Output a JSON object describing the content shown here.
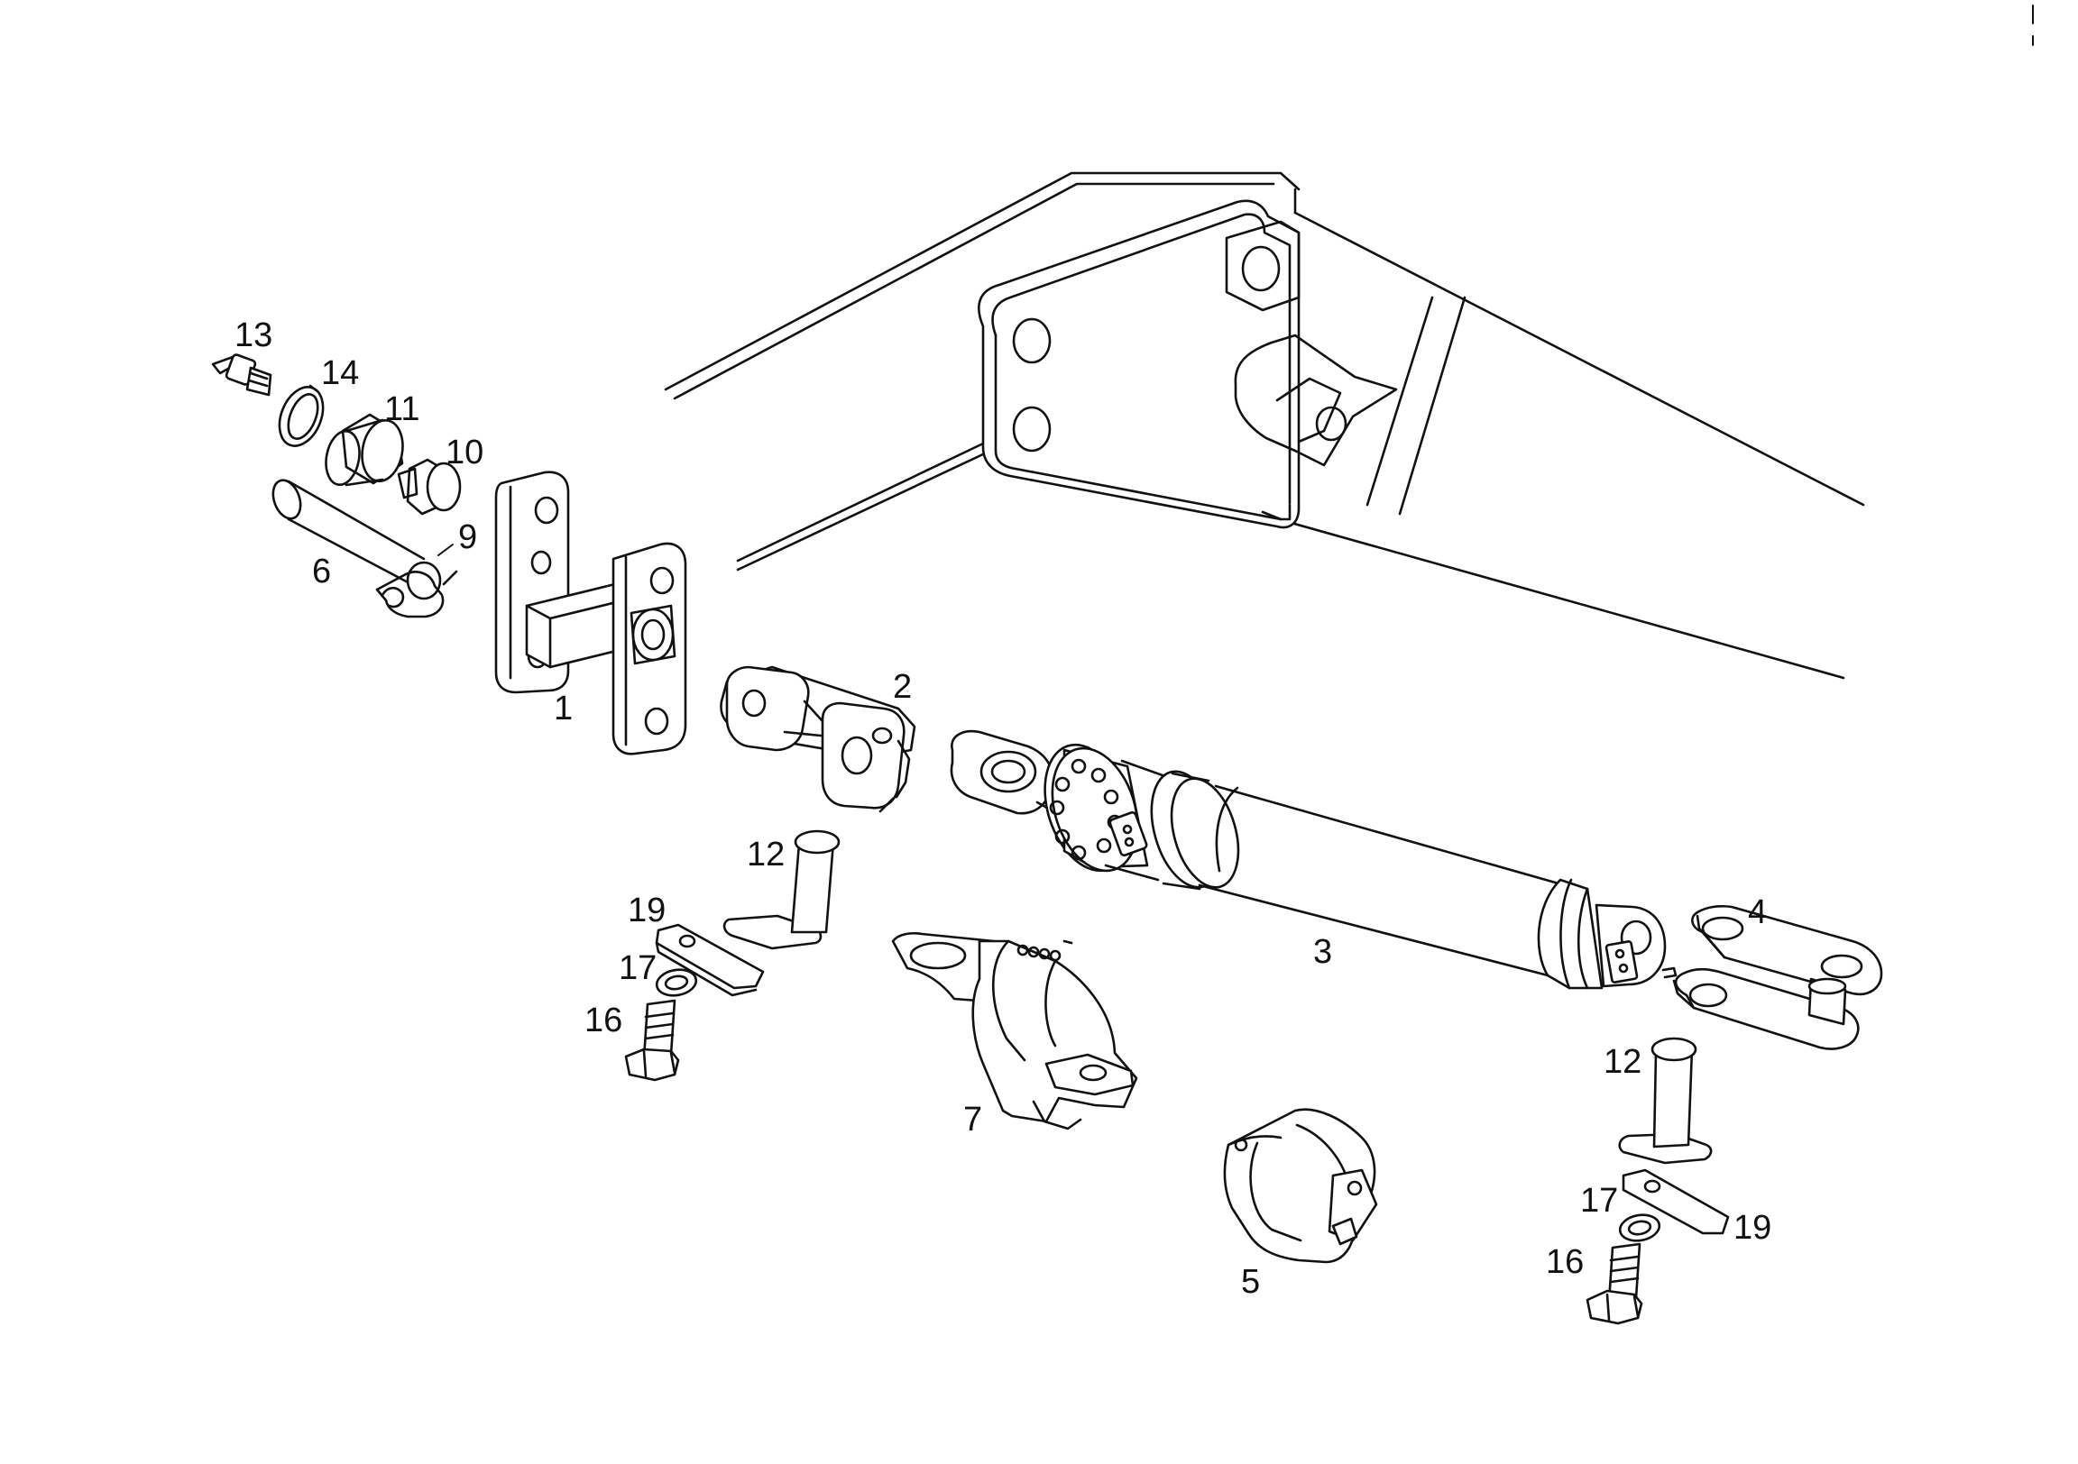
{
  "diagram": {
    "callouts": [
      {
        "id": "c1",
        "text": "1"
      },
      {
        "id": "c2",
        "text": "2"
      },
      {
        "id": "c3",
        "text": "3"
      },
      {
        "id": "c4",
        "text": "4"
      },
      {
        "id": "c5",
        "text": "5"
      },
      {
        "id": "c6",
        "text": "6"
      },
      {
        "id": "c7",
        "text": "7"
      },
      {
        "id": "c9",
        "text": "9"
      },
      {
        "id": "c10",
        "text": "10"
      },
      {
        "id": "c11",
        "text": "11"
      },
      {
        "id": "c12a",
        "text": "12"
      },
      {
        "id": "c12b",
        "text": "12"
      },
      {
        "id": "c13",
        "text": "13"
      },
      {
        "id": "c14",
        "text": "14"
      },
      {
        "id": "c16a",
        "text": "16"
      },
      {
        "id": "c16b",
        "text": "16"
      },
      {
        "id": "c17a",
        "text": "17"
      },
      {
        "id": "c17b",
        "text": "17"
      },
      {
        "id": "c19a",
        "text": "19"
      },
      {
        "id": "c19b",
        "text": "19"
      }
    ]
  }
}
